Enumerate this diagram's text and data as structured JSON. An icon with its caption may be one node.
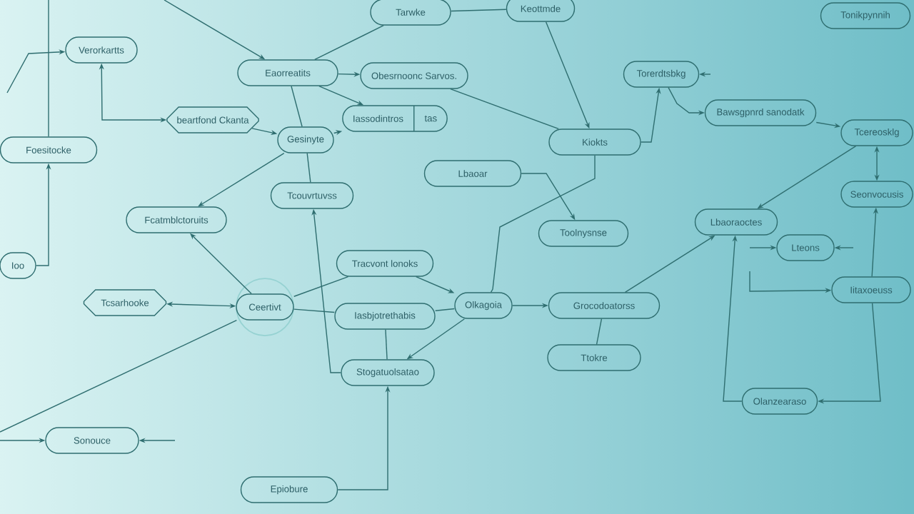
{
  "diagram": {
    "nodes": [
      {
        "text": [
          "Tarwke"
        ]
      },
      {
        "text": [
          "Keottmde"
        ]
      },
      {
        "text": [
          "Tonikpynnih"
        ]
      },
      {
        "text": [
          "Verorkartts"
        ]
      },
      {
        "text": [
          "Eaorreatits"
        ]
      },
      {
        "text": [
          "Obesrnoonc Sarvos."
        ]
      },
      {
        "text": [
          "Iassodintros",
          "tas"
        ]
      },
      {
        "text": [
          "Torerdtsbkg"
        ]
      },
      {
        "text": [
          "beartfond Ckanta"
        ]
      },
      {
        "text": [
          "Bawsgpnrd sanodatk"
        ]
      },
      {
        "text": [
          "Gesinyte"
        ]
      },
      {
        "text": [
          "Kiokts"
        ]
      },
      {
        "text": [
          "Tcereosklg"
        ]
      },
      {
        "text": [
          "Foesitocke"
        ]
      },
      {
        "text": [
          "Lbaoar"
        ]
      },
      {
        "text": [
          "Tcouvrtuvss"
        ]
      },
      {
        "text": [
          "Seonvocusis"
        ]
      },
      {
        "text": [
          "Fcatmblctoruits"
        ]
      },
      {
        "text": [
          "Lbaoraoctes"
        ]
      },
      {
        "text": [
          "Toolnysnse"
        ]
      },
      {
        "text": [
          "Lteons"
        ]
      },
      {
        "text": [
          "Ioo"
        ]
      },
      {
        "text": [
          "Tracvont lonoks"
        ]
      },
      {
        "text": [
          "Tcsarhooke"
        ]
      },
      {
        "text": [
          "Ceertivt"
        ]
      },
      {
        "text": [
          "Iasbjotrethabis"
        ]
      },
      {
        "text": [
          "Olkagoia"
        ]
      },
      {
        "text": [
          "Grocodoatorss"
        ]
      },
      {
        "text": [
          "Iitaxoeuss"
        ]
      },
      {
        "text": [
          "Ttokre"
        ]
      },
      {
        "text": [
          "Stogatuolsatao"
        ]
      },
      {
        "text": [
          "Olanzearaso"
        ]
      },
      {
        "text": [
          "Sonouce"
        ]
      },
      {
        "text": [
          "Epiobure"
        ]
      }
    ],
    "edges": [
      {
        "from": null,
        "to": 4,
        "arrow": "to"
      },
      {
        "from": 0,
        "to": 4,
        "arrow": "none"
      },
      {
        "from": 0,
        "to": 1,
        "arrow": "none"
      },
      {
        "from": 1,
        "to": 11,
        "arrow": "to"
      },
      {
        "from": 8,
        "to": 3,
        "arrow": "both"
      },
      {
        "from": null,
        "to": 3,
        "arrow": "to"
      },
      {
        "from": 21,
        "to": 13,
        "arrow": "to"
      },
      {
        "from": 13,
        "to": null,
        "arrow": "none"
      },
      {
        "from": 8,
        "to": 10,
        "arrow": "to"
      },
      {
        "from": 4,
        "to": 5,
        "arrow": "to"
      },
      {
        "from": 4,
        "to": 6,
        "arrow": "to"
      },
      {
        "from": 10,
        "to": 6,
        "arrow": "to"
      },
      {
        "from": 4,
        "to": 10,
        "arrow": "none"
      },
      {
        "from": 10,
        "to": 17,
        "arrow": "to"
      },
      {
        "from": 10,
        "to": 15,
        "arrow": "none"
      },
      {
        "from": 5,
        "to": 11,
        "arrow": "none"
      },
      {
        "from": 7,
        "to": 9,
        "arrow": "to"
      },
      {
        "from": 11,
        "to": 7,
        "arrow": "to"
      },
      {
        "from": null,
        "to": 7,
        "arrow": "to"
      },
      {
        "from": 9,
        "to": 12,
        "arrow": "to"
      },
      {
        "from": 12,
        "to": 18,
        "arrow": "to"
      },
      {
        "from": 16,
        "to": 12,
        "arrow": "both"
      },
      {
        "from": 14,
        "to": 19,
        "arrow": "to"
      },
      {
        "from": 27,
        "to": 18,
        "arrow": "to"
      },
      {
        "from": 26,
        "to": 27,
        "arrow": "to"
      },
      {
        "from": 27,
        "to": 29,
        "arrow": "none"
      },
      {
        "from": 22,
        "to": 26,
        "arrow": "to"
      },
      {
        "from": 25,
        "to": 26,
        "arrow": "none"
      },
      {
        "from": 26,
        "to": 30,
        "arrow": "to"
      },
      {
        "from": 25,
        "to": 30,
        "arrow": "none"
      },
      {
        "from": 33,
        "to": 30,
        "arrow": "to"
      },
      {
        "from": 24,
        "to": 17,
        "arrow": "to"
      },
      {
        "from": 24,
        "to": 23,
        "arrow": "both"
      },
      {
        "from": 24,
        "to": 22,
        "arrow": "none"
      },
      {
        "from": 24,
        "to": 25,
        "arrow": "none"
      },
      {
        "from": null,
        "to": 24,
        "arrow": "none"
      },
      {
        "from": null,
        "to": 32,
        "arrow": "to"
      },
      {
        "from": null,
        "to": 32,
        "arrow": "to"
      },
      {
        "from": 30,
        "to": 15,
        "arrow": "to"
      },
      {
        "from": 31,
        "to": 18,
        "arrow": "to"
      },
      {
        "from": 28,
        "to": 31,
        "arrow": "to"
      },
      {
        "from": 28,
        "to": 16,
        "arrow": "to"
      },
      {
        "from": null,
        "to": 20,
        "arrow": "to"
      },
      {
        "from": null,
        "to": 20,
        "arrow": "to"
      },
      {
        "from": null,
        "to": 28,
        "arrow": "to"
      },
      {
        "from": 11,
        "to": 26,
        "arrow": "none"
      }
    ]
  }
}
